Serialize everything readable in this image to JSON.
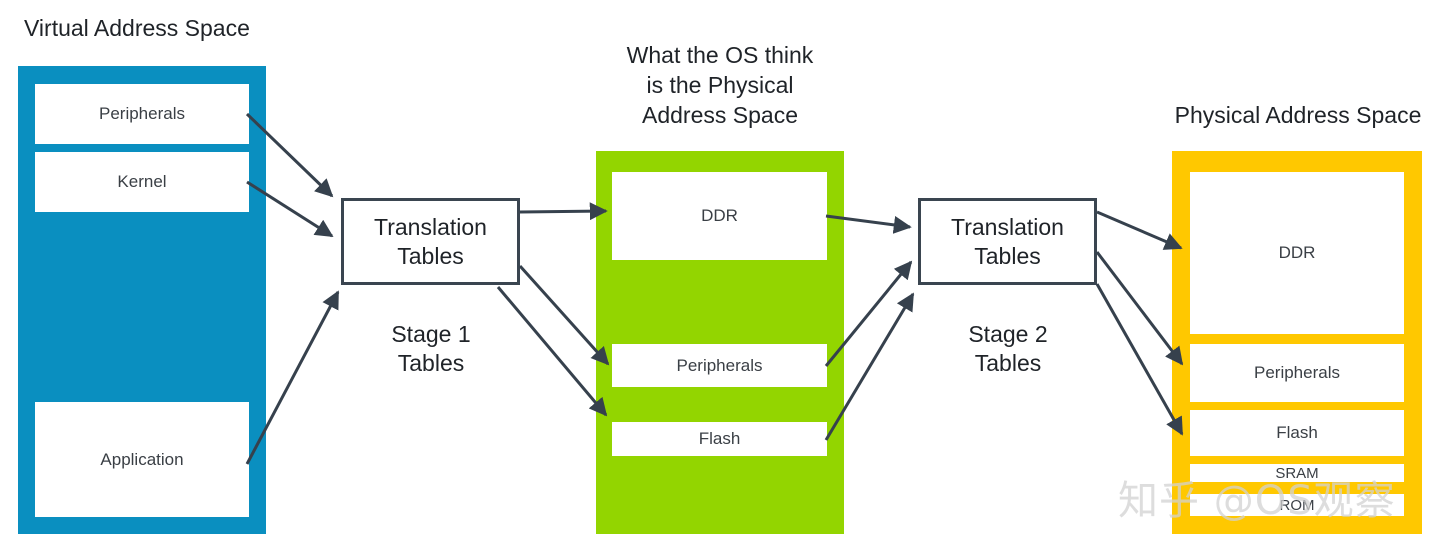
{
  "headings": {
    "virtual": "Virtual Address Space",
    "os_physical": "What the OS think\nis the Physical\nAddress Space",
    "physical": "Physical Address Space"
  },
  "virtual_space": {
    "color": "#0a8fc0",
    "regions": [
      "Peripherals",
      "Kernel",
      "Application"
    ]
  },
  "os_space": {
    "color": "#93d500",
    "regions": [
      "DDR",
      "Peripherals",
      "Flash"
    ]
  },
  "physical_space": {
    "color": "#ffc800",
    "regions": [
      "DDR",
      "Peripherals",
      "Flash",
      "SRAM",
      "ROM"
    ]
  },
  "translation": {
    "stage1_box": "Translation\nTables",
    "stage1_label": "Stage 1\nTables",
    "stage2_box": "Translation\nTables",
    "stage2_label": "Stage 2\nTables"
  },
  "watermark": "知乎 @OS观察"
}
